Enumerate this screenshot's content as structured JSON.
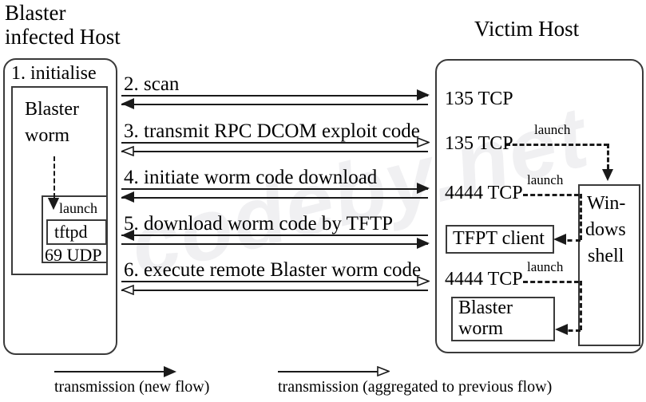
{
  "diagram": {
    "title_left": "Blaster",
    "title_left_line2": "infected Host",
    "title_right": "Victim Host",
    "watermark": "codeby.net"
  },
  "attacker": {
    "step_label": "1. initialise",
    "worm_line1": "Blaster",
    "worm_line2": "worm",
    "launch_label": "launch",
    "tftpd_label": "tftpd",
    "port_label": "69 UDP"
  },
  "flows": [
    {
      "id": "flow-2",
      "label": "2. scan",
      "top_arrow": "right-solid",
      "bottom_arrow": "left-solid"
    },
    {
      "id": "flow-3",
      "label": "3. transmit RPC DCOM exploit code",
      "top_arrow": "right-hollow",
      "bottom_arrow": "left-hollow"
    },
    {
      "id": "flow-4",
      "label": "4. initiate worm code download",
      "top_arrow": "right-solid",
      "bottom_arrow": "left-solid"
    },
    {
      "id": "flow-5",
      "label": "5. download worm code by TFTP",
      "top_arrow": "left-solid",
      "bottom_arrow": "right-solid"
    },
    {
      "id": "flow-6",
      "label": "6. execute remote Blaster worm code",
      "top_arrow": "right-hollow",
      "bottom_arrow": "left-hollow"
    }
  ],
  "victim": {
    "ports": [
      {
        "id": "port-135-a",
        "label": "135 TCP"
      },
      {
        "id": "port-135-b",
        "label": "135 TCP"
      },
      {
        "id": "port-4444-a",
        "label": "4444 TCP"
      },
      {
        "id": "port-4444-b",
        "label": "4444 TCP"
      }
    ],
    "launch_label_1": "launch",
    "launch_label_2": "launch",
    "launch_label_3": "launch",
    "tftp_client_label": "TFPT client",
    "shell_line1": "Win-",
    "shell_line2": "dows",
    "shell_line3": "shell",
    "worm_line1": "Blaster",
    "worm_line2": "worm"
  },
  "legend": {
    "new_flow": "transmission (new flow)",
    "aggregated_flow": "transmission (aggregated to previous flow)"
  }
}
